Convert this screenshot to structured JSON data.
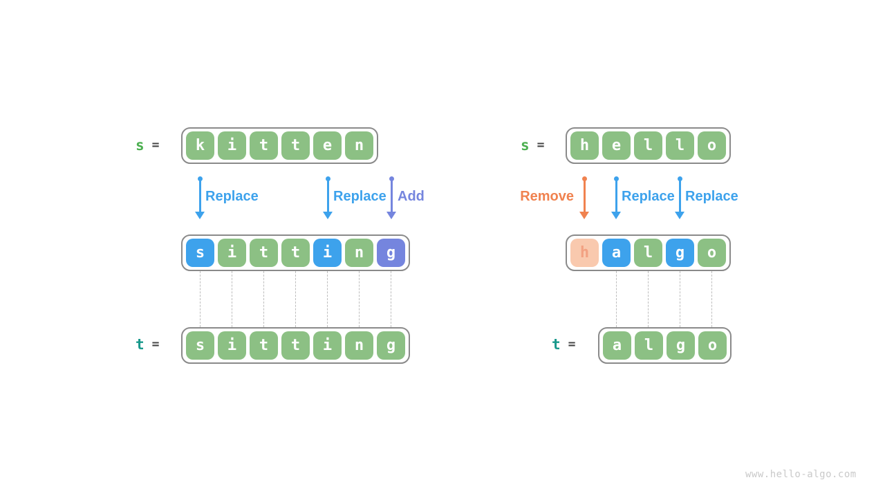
{
  "watermark": "www.hello-algo.com",
  "colors": {
    "green_box": "#8cc084",
    "blue_box": "#3da2ec",
    "purple_box": "#7585de",
    "peach_box": "#f9c9ae",
    "peach_char": "#f2a182",
    "replace_blue": "#3da2ec",
    "add_purple": "#7585de",
    "remove_orange": "#f0824f",
    "s_label_green": "#4caf50",
    "t_label_teal": "#18988b",
    "row_border_gray": "#8a8a8a",
    "mapping_line_gray": "#bdbdbd"
  },
  "left": {
    "s_label": "s",
    "t_label": "t",
    "eq": "=",
    "s_chars": [
      "k",
      "i",
      "t",
      "t",
      "e",
      "n"
    ],
    "mid_chars": [
      "s",
      "i",
      "t",
      "t",
      "i",
      "n",
      "g"
    ],
    "mid_highlights": [
      "replace",
      "none",
      "none",
      "none",
      "replace",
      "none",
      "add"
    ],
    "t_chars": [
      "s",
      "i",
      "t",
      "t",
      "i",
      "n",
      "g"
    ],
    "op1": "Replace",
    "op2": "Replace",
    "op3": "Add"
  },
  "right": {
    "s_label": "s",
    "t_label": "t",
    "eq": "=",
    "s_chars": [
      "h",
      "e",
      "l",
      "l",
      "o"
    ],
    "mid_chars": [
      "h",
      "a",
      "l",
      "g",
      "o"
    ],
    "mid_highlights": [
      "remove",
      "replace",
      "none",
      "replace",
      "none"
    ],
    "t_chars": [
      "a",
      "l",
      "g",
      "o"
    ],
    "op1": "Remove",
    "op2": "Replace",
    "op3": "Replace"
  }
}
